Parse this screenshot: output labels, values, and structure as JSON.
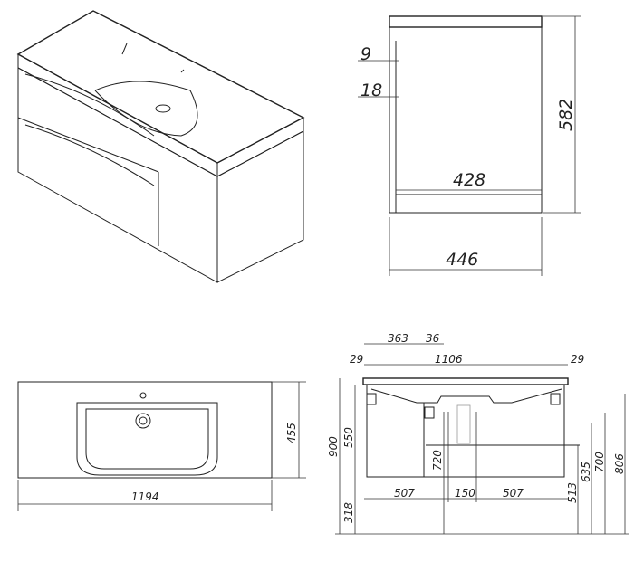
{
  "side_view": {
    "dims": {
      "top_thickness": "9",
      "panel_thickness": "18",
      "inner_depth": "428",
      "total_depth": "446",
      "height": "582"
    }
  },
  "top_view": {
    "dims": {
      "depth": "455",
      "width": "1194"
    }
  },
  "front_view": {
    "dims": {
      "left_to_divider": "363",
      "divider": "36",
      "left_margin": "29",
      "inner_width": "1106",
      "right_margin": "29",
      "total_height": "900",
      "cabinet_height": "550",
      "floor_gap": "318",
      "drain_height": "720",
      "left_offset": "507",
      "pipe_spacing": "150",
      "right_offset": "507",
      "h513": "513",
      "h635": "635",
      "h700": "700",
      "h806": "806"
    }
  }
}
